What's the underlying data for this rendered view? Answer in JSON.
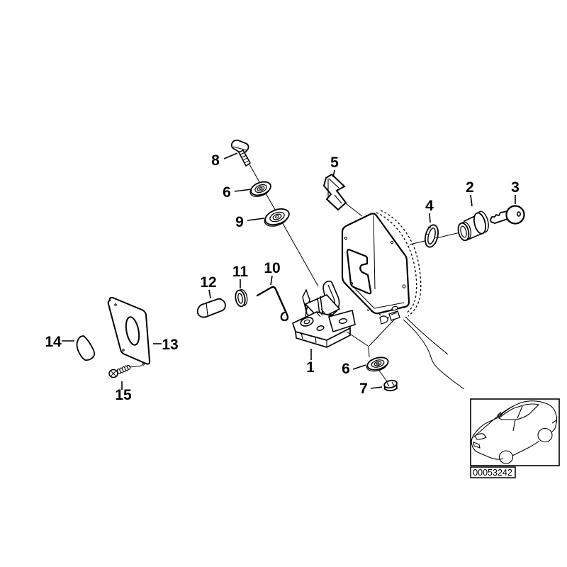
{
  "diagram": {
    "callouts": [
      {
        "label": "8"
      },
      {
        "label": "6"
      },
      {
        "label": "9"
      },
      {
        "label": "5"
      },
      {
        "label": "2"
      },
      {
        "label": "3"
      },
      {
        "label": "4"
      },
      {
        "label": "12"
      },
      {
        "label": "11"
      },
      {
        "label": "10"
      },
      {
        "label": "14"
      },
      {
        "label": "13"
      },
      {
        "label": "1"
      },
      {
        "label": "6"
      },
      {
        "label": "7"
      },
      {
        "label": "15"
      }
    ]
  },
  "inset": {
    "part_number": "00053242"
  },
  "colors": {
    "line": "#000000",
    "background": "#ffffff"
  }
}
